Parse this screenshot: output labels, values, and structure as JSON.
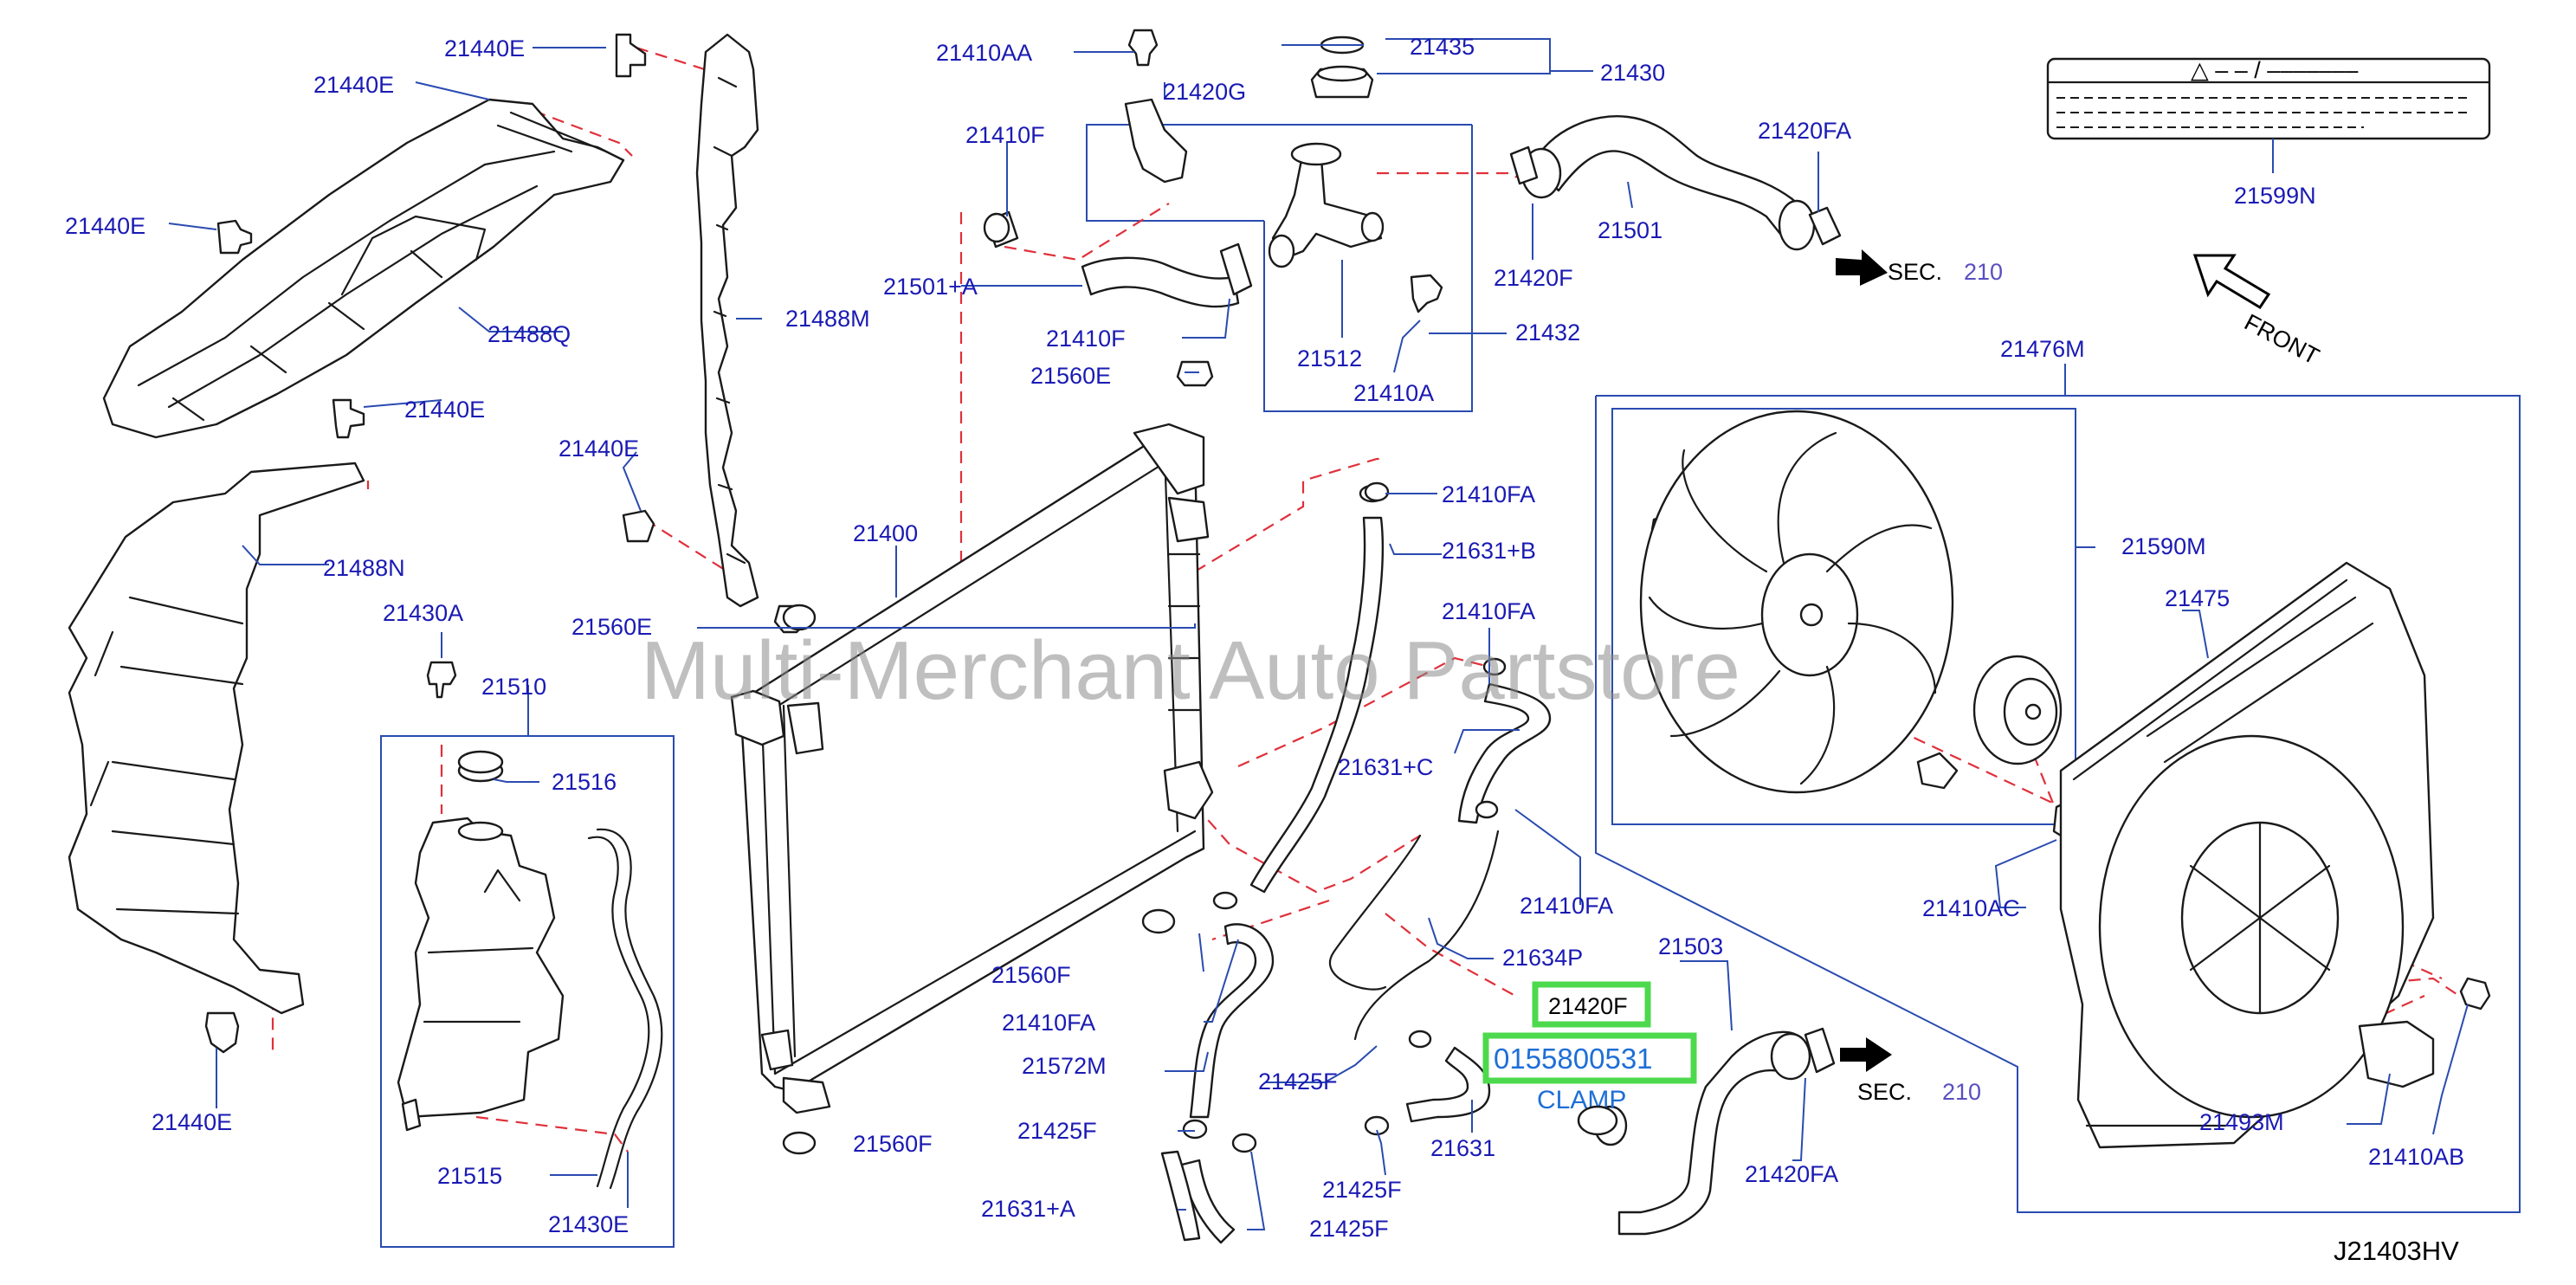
{
  "diagram_code": "J21403HV",
  "watermark": "Multi-Merchant Auto Partstore",
  "front_label": "FRONT",
  "sec_prefix": "SEC.",
  "sec_number": "210",
  "label_plate": "△ – – / –––––––",
  "highlight": {
    "part": "21420F",
    "part_number": "0155800531",
    "name": "CLAMP"
  },
  "labels": {
    "l_21440E_1": "21440E",
    "l_21440E_2": "21440E",
    "l_21440E_3": "21440E",
    "l_21440E_4": "21440E",
    "l_21440E_5": "21440E",
    "l_21440E_6": "21440E",
    "l_21488Q": "21488Q",
    "l_21488M": "21488M",
    "l_21488N": "21488N",
    "l_21430A": "21430A",
    "l_21510": "21510",
    "l_21516": "21516",
    "l_21515": "21515",
    "l_21430E": "21430E",
    "l_21410AA": "21410AA",
    "l_21420G": "21420G",
    "l_21435": "21435",
    "l_21430": "21430",
    "l_21410F_1": "21410F",
    "l_21501A": "21501+A",
    "l_21410F_2": "21410F",
    "l_21560E_1": "21560E",
    "l_21512": "21512",
    "l_21410A": "21410A",
    "l_21432": "21432",
    "l_21420FA_1": "21420FA",
    "l_21501": "21501",
    "l_21420F_1": "21420F",
    "l_21599N": "21599N",
    "l_21476M": "21476M",
    "l_21400": "21400",
    "l_21560E_2": "21560E",
    "l_21410FA_1": "21410FA",
    "l_21631B": "21631+B",
    "l_21410FA_2": "21410FA",
    "l_21631C": "21631+C",
    "l_21590M": "21590M",
    "l_21475": "21475",
    "l_21410FA_3": "21410FA",
    "l_21410AC": "21410AC",
    "l_21560F_1": "21560F",
    "l_21634P": "21634P",
    "l_21503": "21503",
    "l_21410FA_4": "21410FA",
    "l_21572M": "21572M",
    "l_21425F_1": "21425F",
    "l_21425F_2": "21425F",
    "l_21631": "21631",
    "l_21425F_3": "21425F",
    "l_21631A": "21631+A",
    "l_21425F_4": "21425F",
    "l_21560F_2": "21560F",
    "l_21420FA_2": "21420FA",
    "l_21493M": "21493M",
    "l_21410AB": "21410AB"
  }
}
